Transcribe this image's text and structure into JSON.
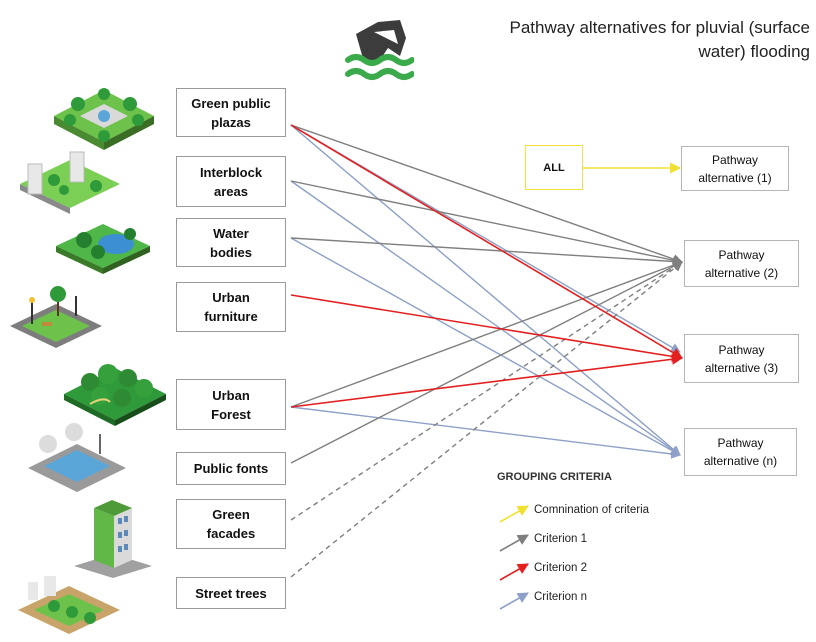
{
  "title": {
    "line1": "Pathway alternatives for pluvial (surface",
    "line2": "water) flooding"
  },
  "nbs": {
    "green_public_plazas": "Green public plazas",
    "interblock_areas": "Interblock areas",
    "water_bodies": "Water bodies",
    "urban_furniture": "Urban furniture",
    "urban_forest": "Urban Forest",
    "public_fonts": "Public fonts",
    "green_facades": "Green facades",
    "street_trees": "Street trees"
  },
  "all_label": "ALL",
  "pathways": {
    "p1": "Pathway alternative (1)",
    "p2": "Pathway alternative (2)",
    "p3": "Pathway alternative (3)",
    "pn": "Pathway alternative (n)"
  },
  "legend": {
    "title": "GROUPING CRITERIA",
    "combination": "Comnination of criteria",
    "criterion1": "Criterion 1",
    "criterion2": "Criterion 2",
    "criterionn": "Criterion n"
  },
  "colors": {
    "combination": "#f0e130",
    "criterion1": "#7f7f7f",
    "criterion2": "#e41f1f",
    "criterionn": "#8ea0c8",
    "icon_green": "#3aaa4a",
    "icon_dark": "#3c3c3c"
  }
}
